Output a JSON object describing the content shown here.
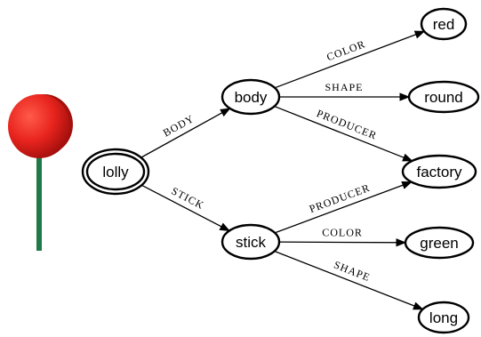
{
  "graph": {
    "root": "lolly",
    "nodes": [
      {
        "id": "lolly",
        "label": "lolly",
        "root": true
      },
      {
        "id": "body",
        "label": "body"
      },
      {
        "id": "stick",
        "label": "stick"
      },
      {
        "id": "red",
        "label": "red"
      },
      {
        "id": "round",
        "label": "round"
      },
      {
        "id": "factory",
        "label": "factory"
      },
      {
        "id": "green",
        "label": "green"
      },
      {
        "id": "long",
        "label": "long"
      }
    ],
    "edges": [
      {
        "from": "lolly",
        "to": "body",
        "label": "BODY"
      },
      {
        "from": "lolly",
        "to": "stick",
        "label": "STICK"
      },
      {
        "from": "body",
        "to": "red",
        "label": "COLOR"
      },
      {
        "from": "body",
        "to": "round",
        "label": "SHAPE"
      },
      {
        "from": "body",
        "to": "factory",
        "label": "PRODUCER"
      },
      {
        "from": "stick",
        "to": "factory",
        "label": "PRODUCER"
      },
      {
        "from": "stick",
        "to": "green",
        "label": "COLOR"
      },
      {
        "from": "stick",
        "to": "long",
        "label": "SHAPE"
      }
    ]
  },
  "illustration": {
    "subject": "lollipop",
    "candy_color": "#e8241e",
    "candy_highlight": "#ff5a4a",
    "candy_shadow": "#a30f0c",
    "stick_color": "#1f7a4a"
  }
}
